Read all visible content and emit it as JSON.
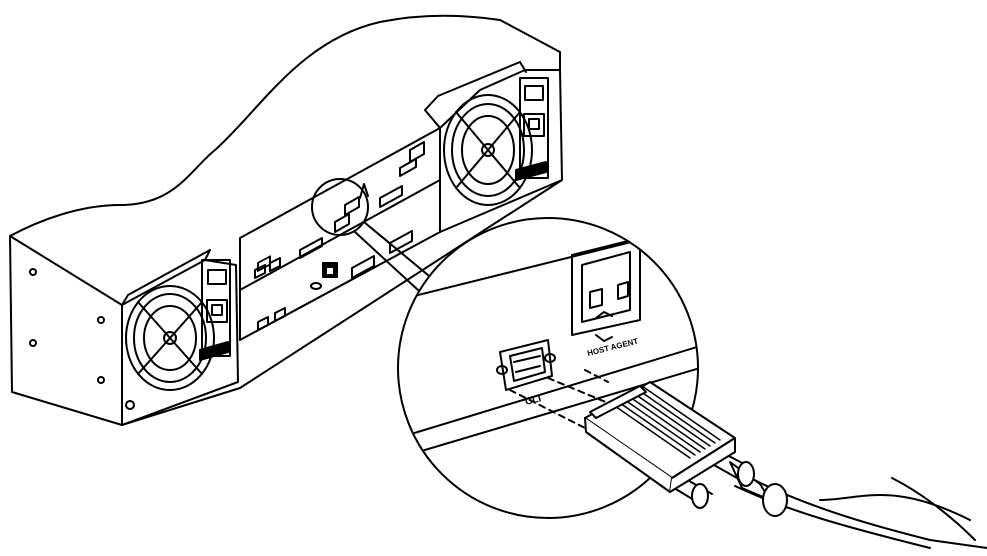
{
  "figure": {
    "stroke_color": "#000000",
    "fill_color": "#ffffff",
    "shade_color": "#e8e8e8",
    "parts": {
      "enclosure": "storage-enclosure-rear",
      "left_fan": "fan-icon",
      "right_fan": "fan-icon",
      "serial_port": "db9-serial-port-icon",
      "cable_plug": "db9-serial-cable-icon",
      "magnifier": "zoom-callout-circle"
    },
    "labels": {
      "port_label": "CLI",
      "host_label": "HOST AGENT"
    }
  }
}
